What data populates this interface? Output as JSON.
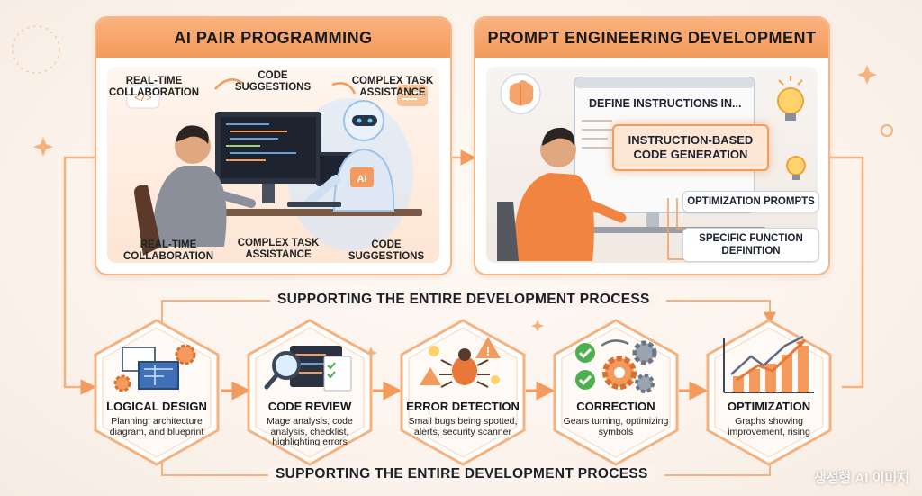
{
  "panels": {
    "ai_pair": {
      "title": "AI PAIR PROGRAMMING",
      "labels": {
        "top_left": "REAL-TIME COLLABORATION",
        "top_mid": "CODE SUGGESTIONS",
        "top_right": "COMPLEX TASK ASSISTANCE",
        "bottom_left": "REAL-TIME COLLABORATION",
        "bottom_mid": "COMPLEX TASK ASSISTANCE",
        "bottom_right": "CODE SUGGESTIONS"
      },
      "robot_badge": "AI"
    },
    "prompt_eng": {
      "title": "PROMPT ENGINEERING DEVELOPMENT",
      "screen_text": "DEFINE INSTRUCTIONS IN...",
      "main_tag": "INSTRUCTION-BASED CODE GENERATION",
      "tag_1": "OPTIMIZATION PROMPTS",
      "tag_2": "SPECIFIC FUNCTION DEFINITION"
    }
  },
  "banners": {
    "top": "SUPPORTING THE ENTIRE DEVELOPMENT PROCESS",
    "bottom": "SUPPORTING THE ENTIRE DEVELOPMENT PROCESS"
  },
  "steps": [
    {
      "title": "LOGICAL DESIGN",
      "desc": "Planning, architecture diagram, and blueprint"
    },
    {
      "title": "CODE REVIEW",
      "desc": "Mage analysis, code analysis, checklist, highlighting errors"
    },
    {
      "title": "ERROR DETECTION",
      "desc": "Small bugs being spotted, alerts, security scanner"
    },
    {
      "title": "CORRECTION",
      "desc": "Gears turning, optimizing symbols"
    },
    {
      "title": "OPTIMIZATION",
      "desc": "Graphs showing improvement, rising"
    }
  ],
  "watermark": "생성형 AI 이미지",
  "colors": {
    "accent": "#f39a5c",
    "accent_dark": "#e8783a",
    "line": "#f5b27f"
  }
}
